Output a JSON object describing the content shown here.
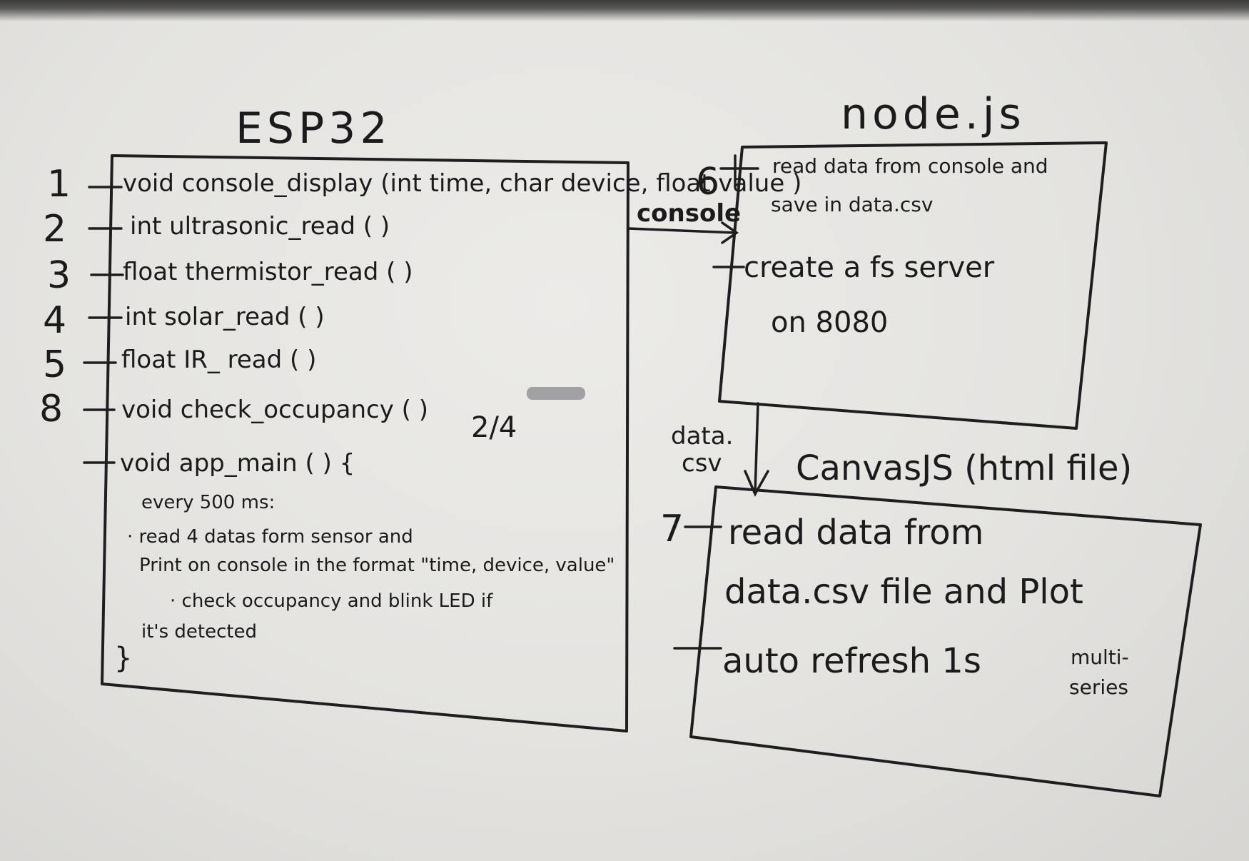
{
  "esp32": {
    "title": "ESP32",
    "lines": [
      {
        "num": "1",
        "text": "void console_display (int time, char device, float value )"
      },
      {
        "num": "2",
        "text": "int  ultrasonic_read ( )"
      },
      {
        "num": "3",
        "text": "float thermistor_read ( )"
      },
      {
        "num": "4",
        "text": "int  solar_read ( )"
      },
      {
        "num": "5",
        "text": "float IR_ read ( )"
      },
      {
        "num": "8",
        "text": "void  check_occupancy (  )"
      },
      {
        "num": "",
        "text": "void  app_main ( ) {"
      }
    ],
    "side_note": "2/4",
    "main_body": [
      "every 500 ms:",
      "· read 4 datas form sensor and",
      "Print on console in the format \"time, device, value\"",
      "· check occupancy and blink LED if",
      "it's detected",
      "}"
    ]
  },
  "nodejs": {
    "title": "node.js",
    "num": "6",
    "lines": [
      "read data from console and",
      "save in data.csv",
      "create a fs server",
      "on 8080"
    ]
  },
  "connectors": {
    "console_label": "console",
    "datacsv_label_1": "data.",
    "datacsv_label_2": "csv"
  },
  "canvasjs": {
    "title": "CanvasJS (html file)",
    "num": "7",
    "lines": [
      "read data from",
      "data.csv file and Plot",
      "auto refresh 1s"
    ],
    "note_1": "multi-",
    "note_2": "series"
  }
}
